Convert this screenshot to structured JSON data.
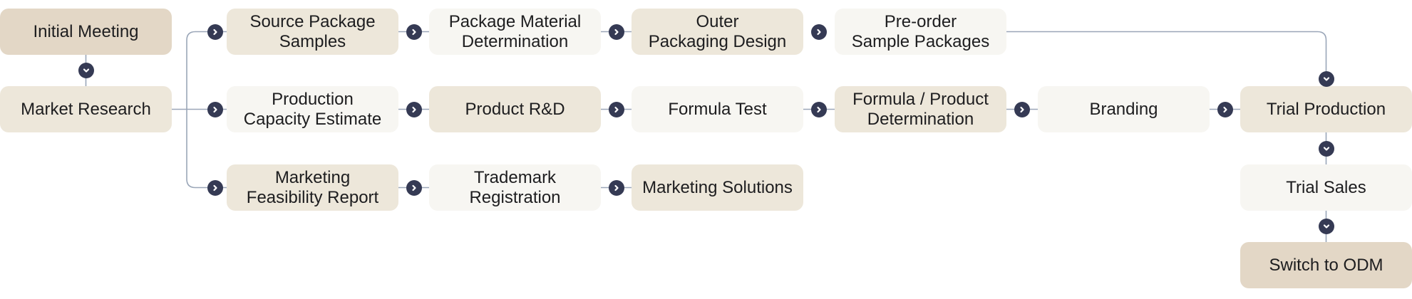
{
  "diagram": {
    "colors": {
      "node_dark": "#e3d7c6",
      "node_mid": "#ede7da",
      "node_light": "#f7f6f2",
      "connector": "#353a54",
      "line": "#9aa6b8",
      "text": "#1d1d1f"
    },
    "nodes": [
      {
        "id": "initial-meeting",
        "label": "Initial Meeting",
        "shade": "dark",
        "col": 0,
        "row": 0
      },
      {
        "id": "market-research",
        "label": "Market Research",
        "shade": "mid",
        "col": 0,
        "row": 1
      },
      {
        "id": "source-package-samples",
        "label": "Source Package\nSamples",
        "shade": "mid",
        "col": 1,
        "row": 0
      },
      {
        "id": "package-material-determination",
        "label": "Package Material\nDetermination",
        "shade": "light",
        "col": 2,
        "row": 0
      },
      {
        "id": "outer-packaging-design",
        "label": "Outer\nPackaging Design",
        "shade": "mid",
        "col": 3,
        "row": 0
      },
      {
        "id": "pre-order-sample-packages",
        "label": "Pre-order\nSample Packages",
        "shade": "light",
        "col": 4,
        "row": 0
      },
      {
        "id": "production-capacity-estimate",
        "label": "Production\nCapacity Estimate",
        "shade": "light",
        "col": 1,
        "row": 1
      },
      {
        "id": "product-rnd",
        "label": "Product R&D",
        "shade": "mid",
        "col": 2,
        "row": 1
      },
      {
        "id": "formula-test",
        "label": "Formula Test",
        "shade": "light",
        "col": 3,
        "row": 1
      },
      {
        "id": "formula-product-determination",
        "label": "Formula / Product\nDetermination",
        "shade": "mid",
        "col": 4,
        "row": 1
      },
      {
        "id": "branding",
        "label": "Branding",
        "shade": "light",
        "col": 5,
        "row": 1
      },
      {
        "id": "trial-production",
        "label": "Trial Production",
        "shade": "mid",
        "col": 6,
        "row": 1
      },
      {
        "id": "marketing-feasibility-report",
        "label": "Marketing\nFeasibility Report",
        "shade": "mid",
        "col": 1,
        "row": 2
      },
      {
        "id": "trademark-registration",
        "label": "Trademark\nRegistration",
        "shade": "light",
        "col": 2,
        "row": 2
      },
      {
        "id": "marketing-solutions",
        "label": "Marketing Solutions",
        "shade": "mid",
        "col": 3,
        "row": 2
      },
      {
        "id": "trial-sales",
        "label": "Trial Sales",
        "shade": "light",
        "col": 6,
        "row": 2
      },
      {
        "id": "switch-to-odm",
        "label": "Switch to ODM",
        "shade": "dark",
        "col": 6,
        "row": 3
      }
    ],
    "edges": [
      {
        "from": "initial-meeting",
        "to": "market-research",
        "dir": "down"
      },
      {
        "from": "market-research",
        "to": "source-package-samples",
        "dir": "right"
      },
      {
        "from": "market-research",
        "to": "production-capacity-estimate",
        "dir": "right"
      },
      {
        "from": "market-research",
        "to": "marketing-feasibility-report",
        "dir": "right"
      },
      {
        "from": "source-package-samples",
        "to": "package-material-determination",
        "dir": "right"
      },
      {
        "from": "package-material-determination",
        "to": "outer-packaging-design",
        "dir": "right"
      },
      {
        "from": "outer-packaging-design",
        "to": "pre-order-sample-packages",
        "dir": "right"
      },
      {
        "from": "pre-order-sample-packages",
        "to": "trial-production",
        "dir": "down"
      },
      {
        "from": "production-capacity-estimate",
        "to": "product-rnd",
        "dir": "right"
      },
      {
        "from": "product-rnd",
        "to": "formula-test",
        "dir": "right"
      },
      {
        "from": "formula-test",
        "to": "formula-product-determination",
        "dir": "right"
      },
      {
        "from": "formula-product-determination",
        "to": "branding",
        "dir": "right"
      },
      {
        "from": "branding",
        "to": "trial-production",
        "dir": "right"
      },
      {
        "from": "marketing-feasibility-report",
        "to": "trademark-registration",
        "dir": "right"
      },
      {
        "from": "trademark-registration",
        "to": "marketing-solutions",
        "dir": "right"
      },
      {
        "from": "trial-production",
        "to": "trial-sales",
        "dir": "down"
      },
      {
        "from": "trial-sales",
        "to": "switch-to-odm",
        "dir": "down"
      }
    ]
  }
}
